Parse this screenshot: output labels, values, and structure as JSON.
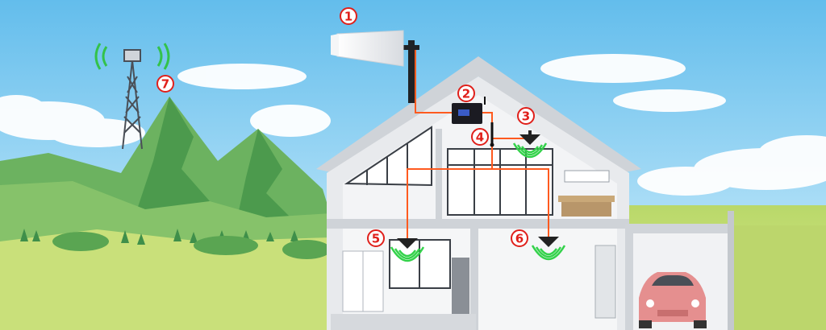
{
  "colors": {
    "sky_top": "#6fc2ee",
    "sky_bottom": "#cfeefc",
    "grass": "#cfe27a",
    "mountain": "#5fa85a",
    "mountain_dark": "#3f8a45",
    "house_wall": "#dcdfe3",
    "house_roof": "#eceef0",
    "cable": "#ff5a1f",
    "marker_red": "#e0201b",
    "signal_green": "#33d24a",
    "booster": "#1b1b22",
    "car": "#e59a9a"
  },
  "icons": {
    "antenna": "outdoor-panel-antenna-icon",
    "booster": "signal-booster-icon",
    "indoor": "ceiling-dome-antenna-icon",
    "tower": "cell-tower-icon",
    "car": "car-icon"
  },
  "markers": [
    {
      "id": "1",
      "label": "1"
    },
    {
      "id": "2",
      "label": "2"
    },
    {
      "id": "3",
      "label": "3"
    },
    {
      "id": "4",
      "label": "4"
    },
    {
      "id": "5",
      "label": "5"
    },
    {
      "id": "6",
      "label": "6"
    },
    {
      "id": "7",
      "label": "7"
    }
  ]
}
